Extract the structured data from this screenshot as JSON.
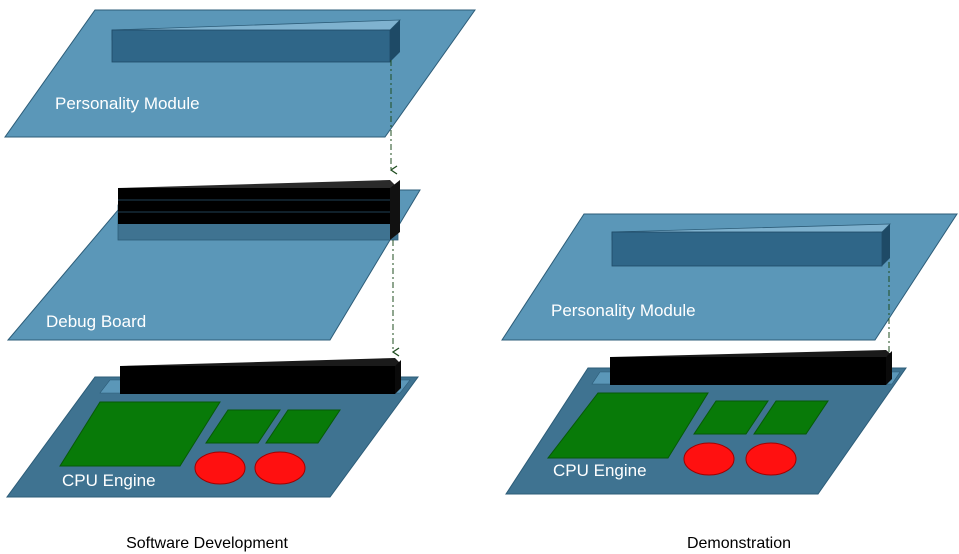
{
  "colors": {
    "board_light": "#5b97b8",
    "board_dark": "#3f7391",
    "board_stroke": "#2c5c78",
    "connector_blue": "#2f6688",
    "connector_black": "#000000",
    "chip_green": "#087a08",
    "led_red": "#ff1010",
    "dashed_line": "#1f4d1f"
  },
  "diagrams": [
    {
      "caption": "Software Development",
      "boards": [
        {
          "label": "Personality Module"
        },
        {
          "label": "Debug Board"
        },
        {
          "label": "CPU Engine"
        }
      ]
    },
    {
      "caption": "Demonstration",
      "boards": [
        {
          "label": "Personality Module"
        },
        {
          "label": "CPU Engine"
        }
      ]
    }
  ]
}
